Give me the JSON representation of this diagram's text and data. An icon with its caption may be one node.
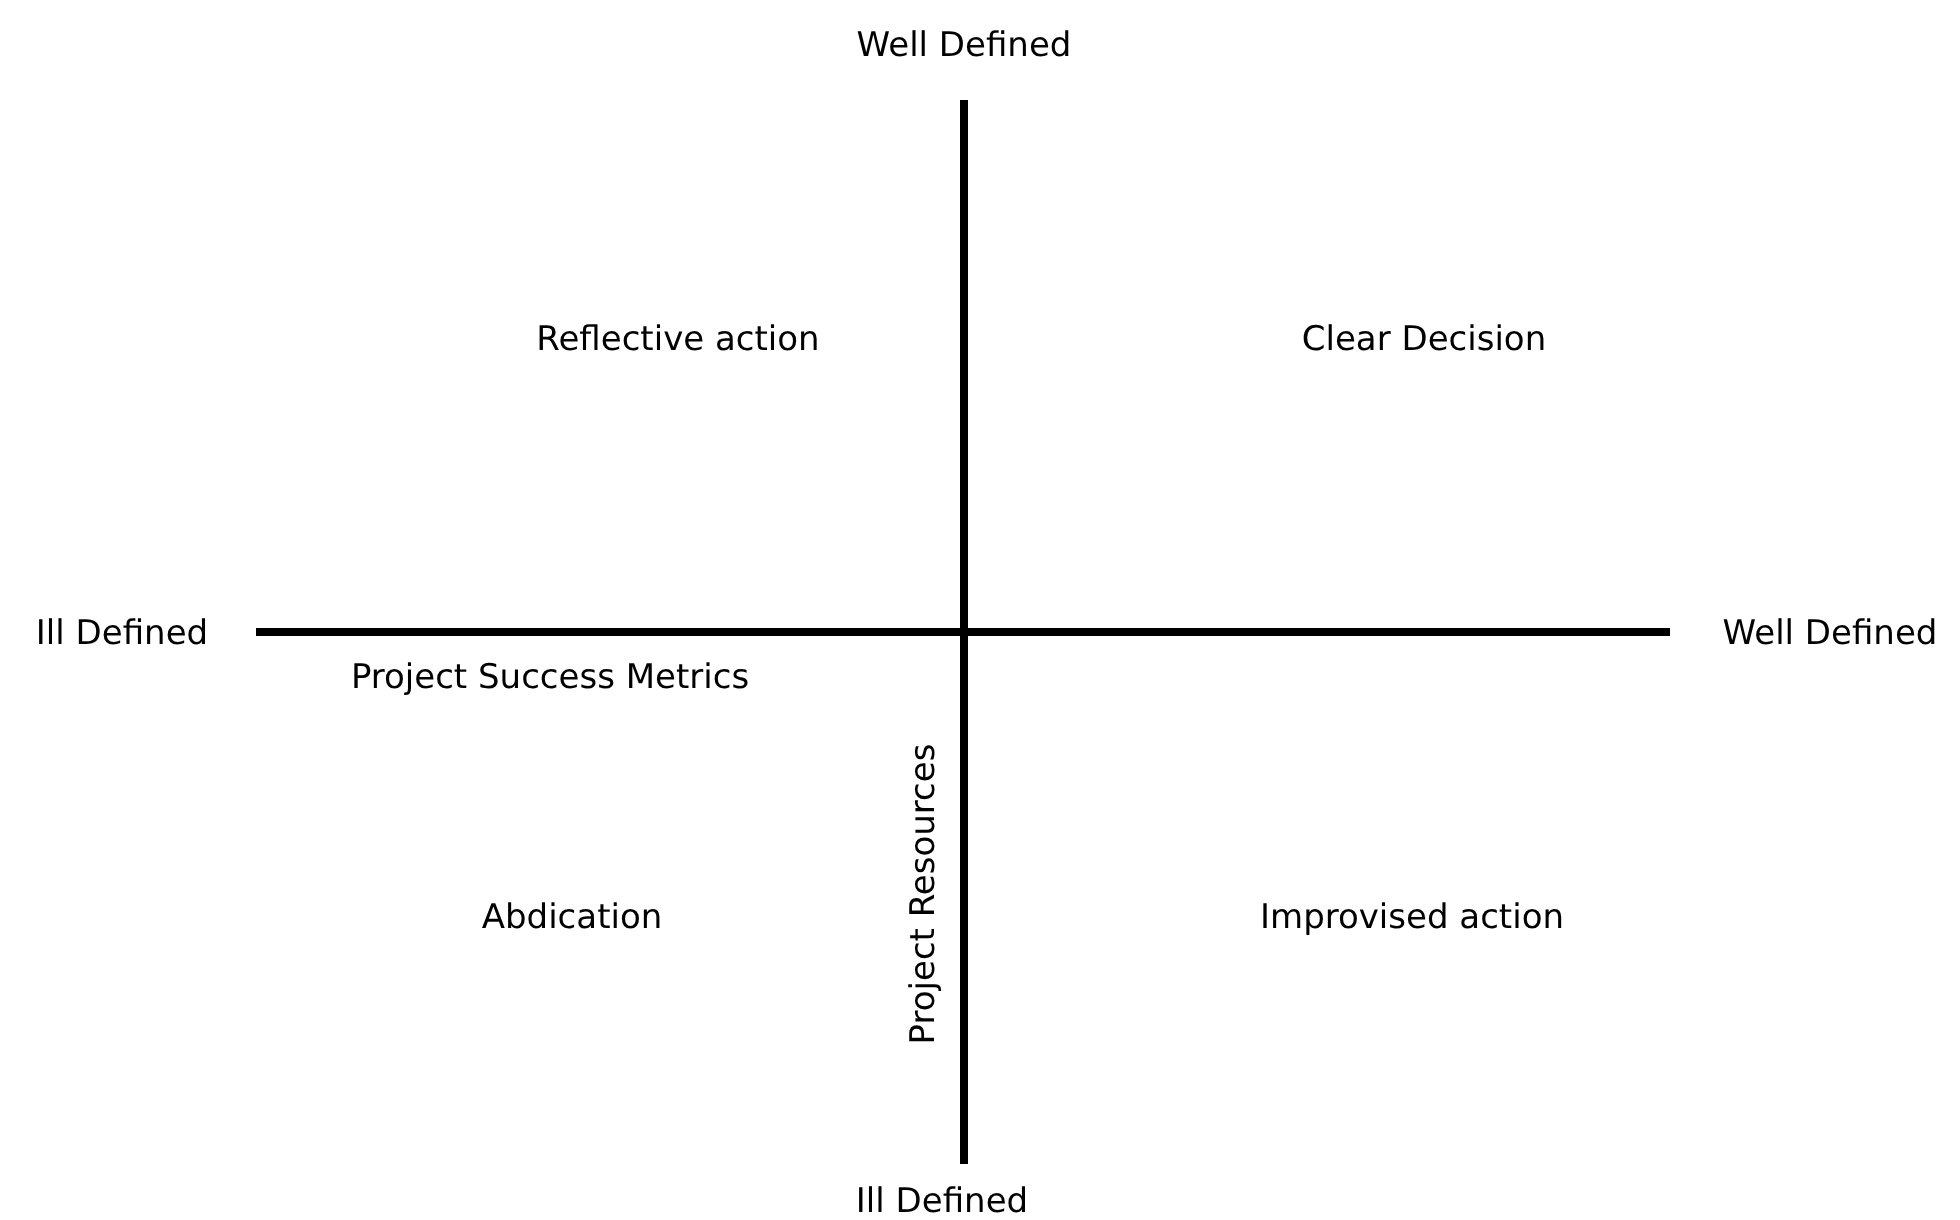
{
  "diagram": {
    "labels": [
      "Well Defined",
      "Reflective action",
      "Clear Decision",
      "Ill Defined",
      "Well Defined",
      "Project Success Metrics",
      "Project Resources",
      "Abdication",
      "Improvised action",
      "Ill Defined"
    ]
  }
}
